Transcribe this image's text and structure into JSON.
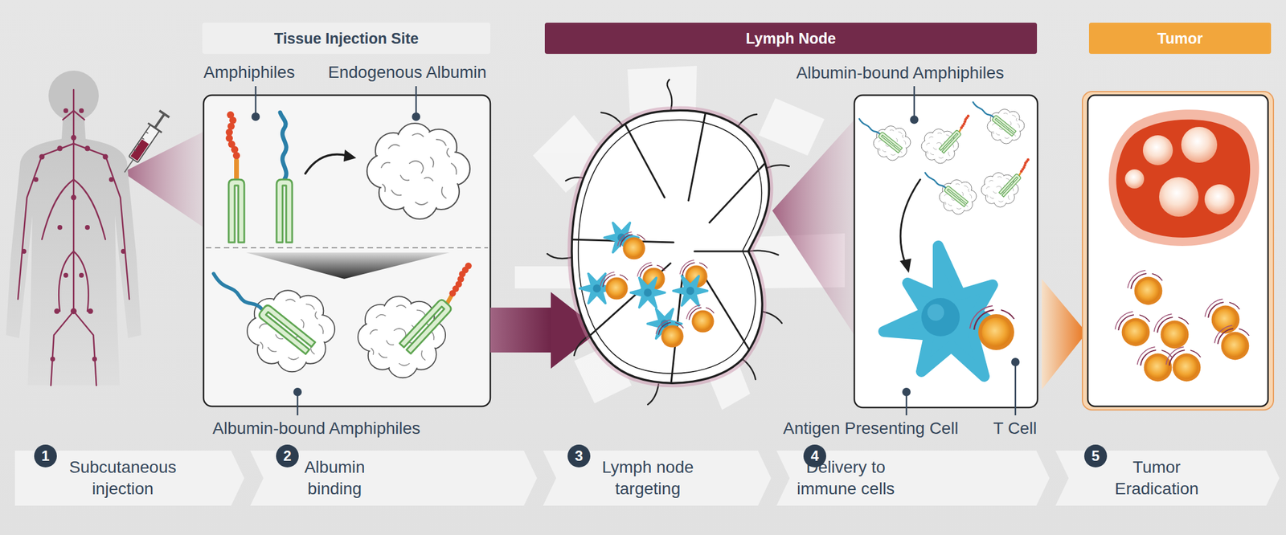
{
  "diagram": {
    "nodes": [
      {
        "text": [
          "Tissue Injection Site"
        ]
      },
      {
        "text": [
          "Lymph Node"
        ]
      },
      {
        "text": [
          "Tumor"
        ]
      },
      {
        "text": [
          "Subcutaneous injection"
        ]
      },
      {
        "text": [
          "1"
        ],
        "in": 3
      },
      {
        "text": [
          "Albumin binding"
        ]
      },
      {
        "text": [
          "2"
        ],
        "in": 5
      },
      {
        "text": [
          "Lymph node targeting"
        ]
      },
      {
        "text": [
          "3"
        ],
        "in": 7
      },
      {
        "text": [
          "Delivery to immune cells"
        ]
      },
      {
        "text": [
          "4"
        ],
        "in": 9
      },
      {
        "text": [
          "Tumor Eradication"
        ]
      },
      {
        "text": [
          "5"
        ],
        "in": 11
      }
    ],
    "labels": [
      "Amphiphiles",
      "Endogenous Albumin",
      "Albumin-bound Amphiphiles",
      "Albumin-bound Amphiphiles",
      "Antigen Presenting Cell",
      "T Cell"
    ]
  }
}
